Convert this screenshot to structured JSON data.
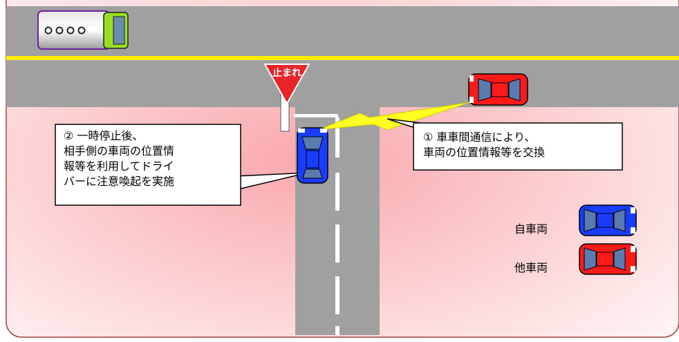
{
  "stop_sign": {
    "text": "止まれ",
    "color": "#e8252a"
  },
  "callout_left": {
    "text": "② 一時停止後、\n相手側の車両の位置情\n報等を利用してドライ\nバーに注意喚起を実施"
  },
  "callout_right": {
    "text": "① 車車間通信により、\n車両の位置情報等を交換"
  },
  "legend": {
    "own_vehicle": {
      "label": "自車両",
      "color": "#1a3cff"
    },
    "other_vehicle": {
      "label": "他車両",
      "color": "#ff1a1a"
    }
  },
  "colors": {
    "road": "#a0a0a0",
    "center_line": "#ffee00",
    "background": "#fdd8d8",
    "lightning": "#ffff22"
  }
}
